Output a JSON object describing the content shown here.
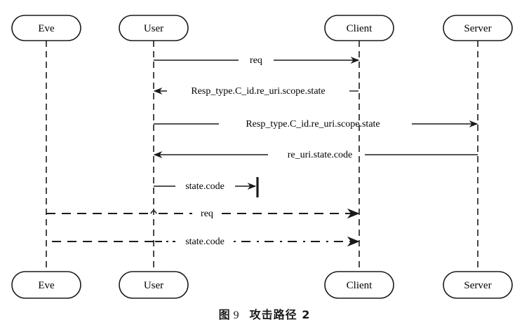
{
  "diagram": {
    "type": "sequence",
    "actors": [
      {
        "id": "eve",
        "label": "Eve"
      },
      {
        "id": "user",
        "label": "User"
      },
      {
        "id": "client",
        "label": "Client"
      },
      {
        "id": "server",
        "label": "Server"
      }
    ],
    "messages": [
      {
        "from": "user",
        "to": "client",
        "label": "req",
        "style": "solid"
      },
      {
        "from": "client",
        "to": "user",
        "label": "Resp_type.C_id.re_uri.scope.state",
        "style": "solid"
      },
      {
        "from": "user",
        "to": "server",
        "label": "Resp_type.C_id.re_uri.scope.state",
        "style": "solid"
      },
      {
        "from": "server",
        "to": "user",
        "label": "re_uri.state.code",
        "style": "solid"
      },
      {
        "from": "user",
        "to": "blocked",
        "label": "state.code",
        "style": "solid-blocked"
      },
      {
        "from": "eve",
        "to": "client",
        "label": "req",
        "style": "dashed"
      },
      {
        "from": "eve",
        "to": "client",
        "label": "state.code",
        "style": "dashed"
      }
    ]
  },
  "caption": {
    "prefix": "图",
    "number": "9",
    "title": "攻击路径 2"
  }
}
